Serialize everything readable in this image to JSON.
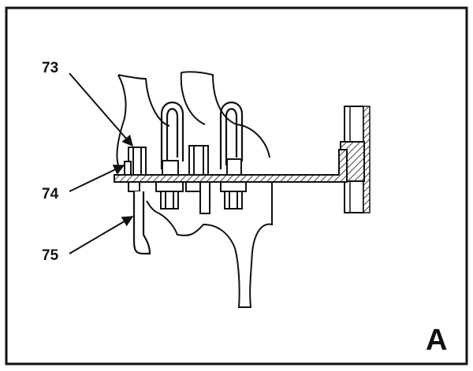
{
  "figure": {
    "panel_letter": "A",
    "callouts": {
      "c73": "73",
      "c74": "74",
      "c75": "75"
    }
  },
  "colors": {
    "ink": "#111111",
    "paper": "#ffffff"
  }
}
